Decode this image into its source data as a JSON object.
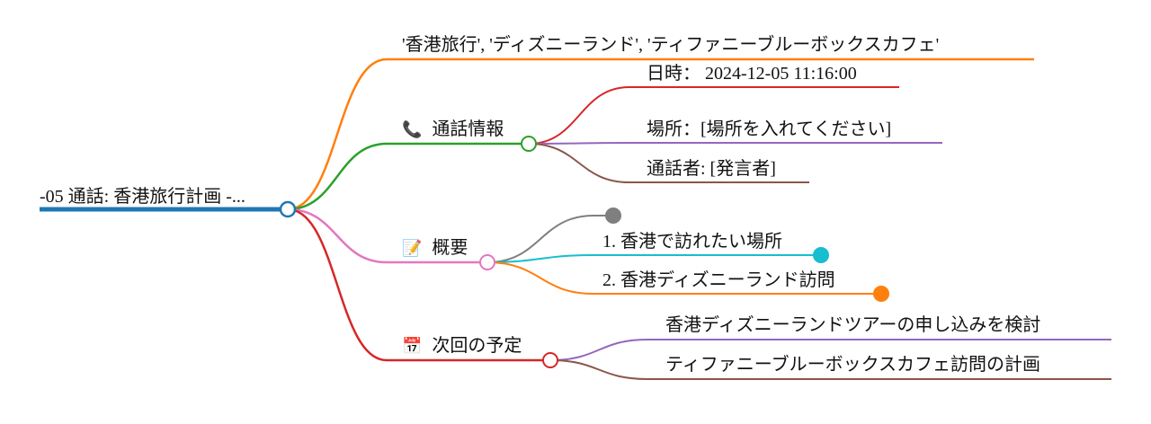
{
  "root": {
    "label": "-05 通話: 香港旅行計画 -...",
    "color": "#1f77b4"
  },
  "branches": {
    "keywords": {
      "label": "'香港旅行', 'ディズニーランド', 'ティファニーブルーボックスカフェ'",
      "color": "#ff7f0e"
    },
    "call_info": {
      "icon": "📞",
      "label": "通話情報",
      "color": "#2ca02c",
      "children": [
        {
          "label": "日時： 2024-12-05 11:16:00",
          "color": "#d62728"
        },
        {
          "label": "場所：[場所を入れてください]",
          "color": "#9467bd"
        },
        {
          "label": "通話者: [発言者]",
          "color": "#8c564b"
        }
      ]
    },
    "summary": {
      "icon": "📝",
      "label": "概要",
      "color": "#e377c2",
      "children": [
        {
          "label": "",
          "color": "#7f7f7f"
        },
        {
          "label": "1. 香港で訪れたい場所",
          "color": "#17becf"
        },
        {
          "label": "2. 香港ディズニーランド訪問",
          "color": "#ff7f0e"
        }
      ]
    },
    "next_plans": {
      "icon": "📅",
      "label": "次回の予定",
      "color": "#d62728",
      "children": [
        {
          "label": "香港ディズニーランドツアーの申し込みを検討",
          "color": "#9467bd"
        },
        {
          "label": "ティファニーブルーボックスカフェ訪問の計画",
          "color": "#8c564b"
        }
      ]
    }
  }
}
